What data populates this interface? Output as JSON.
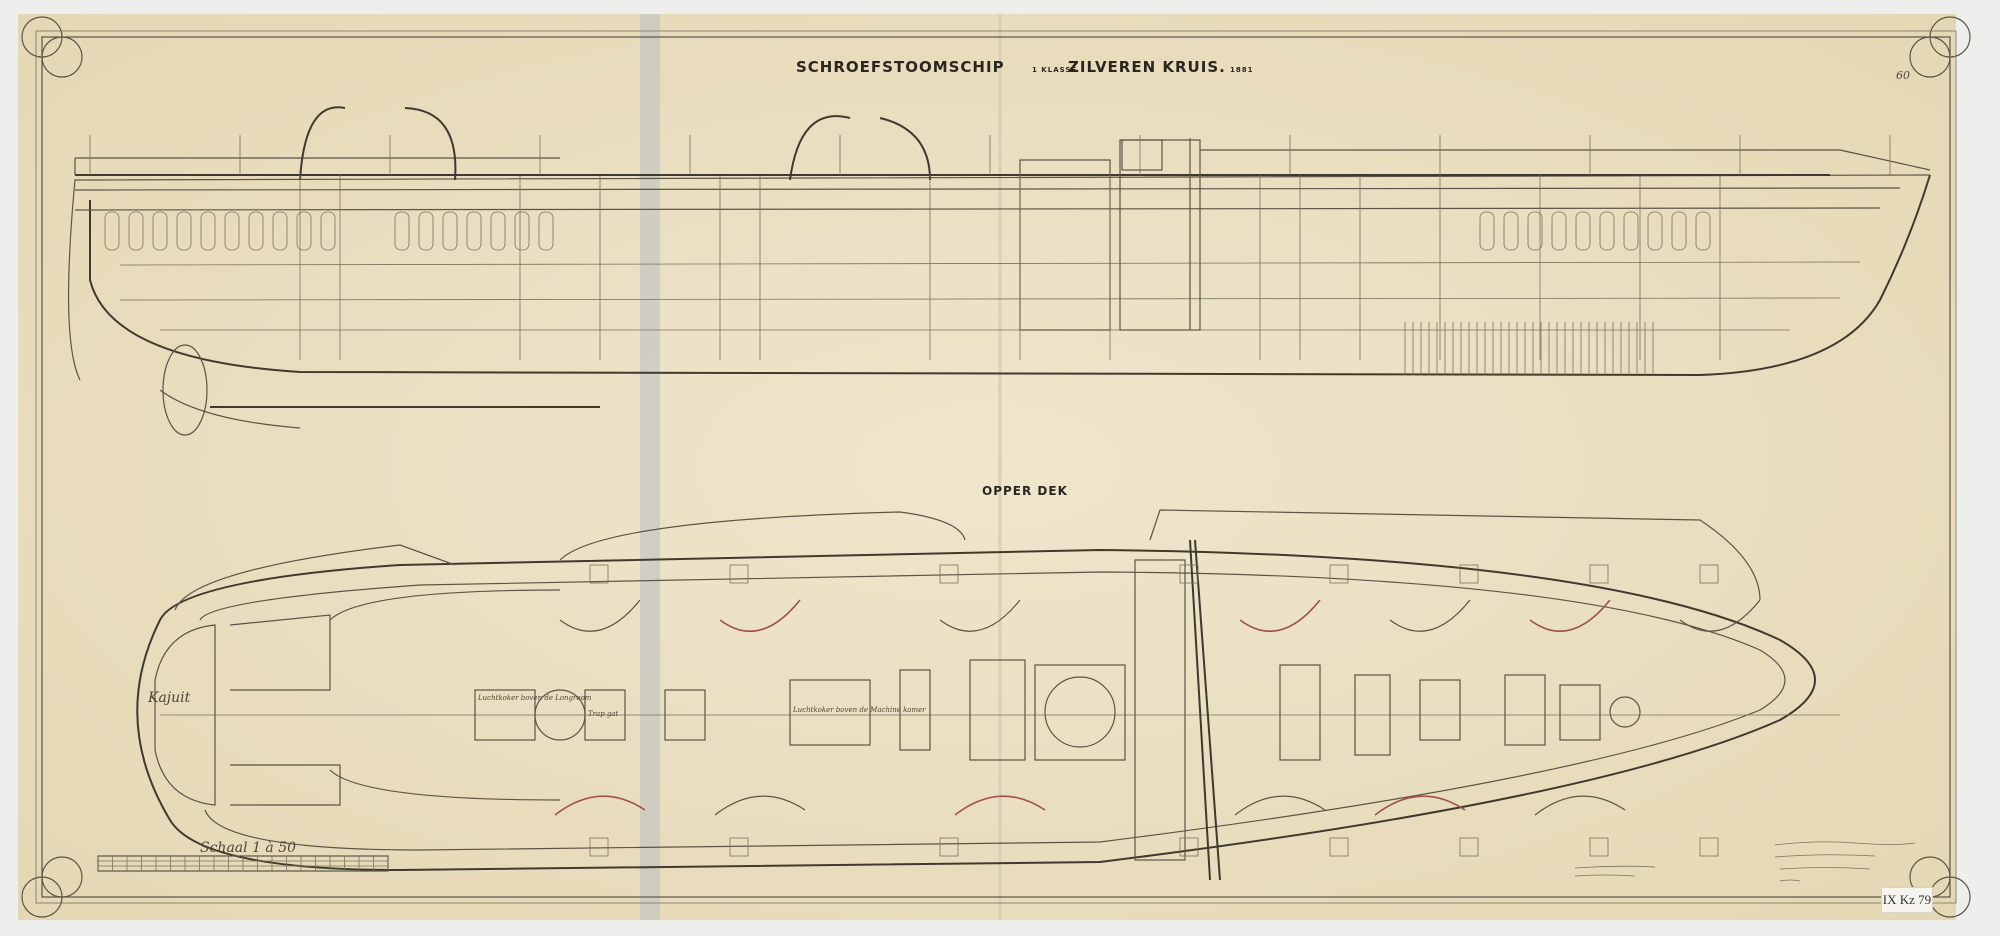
{
  "title": {
    "main": "SCHROEFSTOOMSCHIP",
    "class": "1 KLASSE",
    "name": "ZILVEREN KRUIS.",
    "year": "1881"
  },
  "deck_title": "OPPER DEK",
  "scale_label": "Schaal 1 à 50",
  "catalog_label": "IX Kz 79",
  "sheet_number": "60",
  "deck_labels": {
    "kajuit": "Kajuit",
    "luchtkoker_longroom": "Luchtkoker boven de Longroom",
    "trapgat": "Trap gat",
    "luchtkoker_machine": "Luchtkoker boven de Machine kamer"
  },
  "colors": {
    "paper": "#ece2c6",
    "ink": "#5b5548",
    "tape": "#b9c0c4"
  }
}
